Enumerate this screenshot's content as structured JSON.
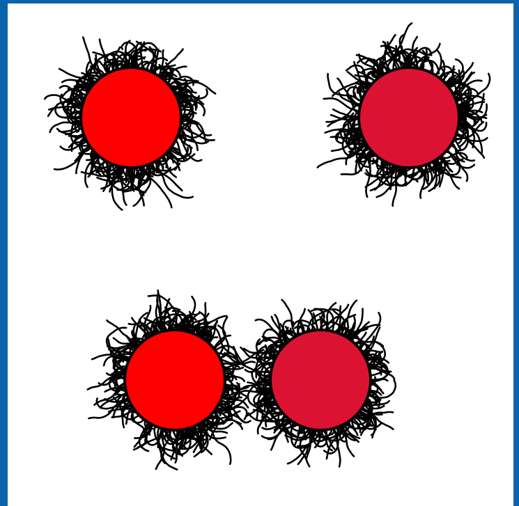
{
  "frame": {
    "border_color": "#0a63ad",
    "background": "#ffffff"
  },
  "particles": [
    {
      "id": "top-left",
      "core_color": "#ff0000",
      "group": "separate"
    },
    {
      "id": "top-right",
      "core_color": "#dc1233",
      "group": "separate"
    },
    {
      "id": "bottom-left",
      "core_color": "#ff0000",
      "group": "aggregated-pair"
    },
    {
      "id": "bottom-right",
      "core_color": "#dc1233",
      "group": "aggregated-pair"
    }
  ],
  "style": {
    "outline_color": "#000000",
    "ligand_color": "#000000"
  }
}
